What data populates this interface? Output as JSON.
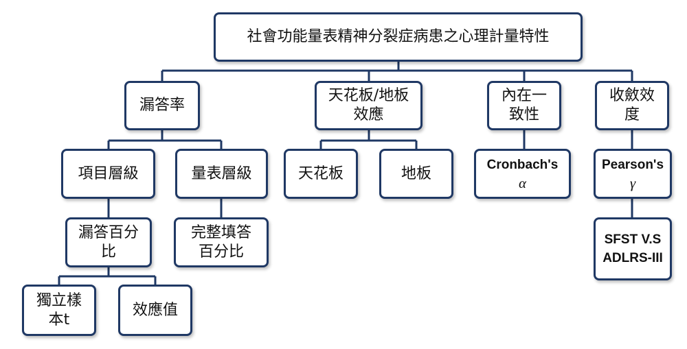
{
  "diagram": {
    "root": {
      "label": "社會功能量表精神分裂症病患之心理計量特性"
    },
    "missing_rate": {
      "label": "漏答率",
      "item_level": {
        "label": "項目層級"
      },
      "scale_level": {
        "label": "量表層級"
      },
      "missing_percent": {
        "label": "漏答百分\n比"
      },
      "complete_percent": {
        "label": "完整填答\n百分比"
      },
      "independent_t": {
        "label": "獨立樣\n本t"
      },
      "effect_size": {
        "label": "效應值"
      }
    },
    "ceiling_floor": {
      "label": "天花板/地板\n效應",
      "ceiling": {
        "label": "天花板"
      },
      "floor": {
        "label": "地板"
      }
    },
    "internal_consistency": {
      "label": "內在一\n致性",
      "cronbach": {
        "label": "Cronbach's",
        "symbol": "α"
      }
    },
    "convergent_validity": {
      "label": "收斂效\n度",
      "pearson": {
        "label": "Pearson's",
        "symbol": "γ"
      },
      "sfst_adlrs": {
        "label": "SFST V.S\nADLRS-III"
      }
    }
  },
  "colors": {
    "border": "#1f3864",
    "connector": "#1f3864",
    "background": "#ffffff",
    "text": "#111111"
  }
}
